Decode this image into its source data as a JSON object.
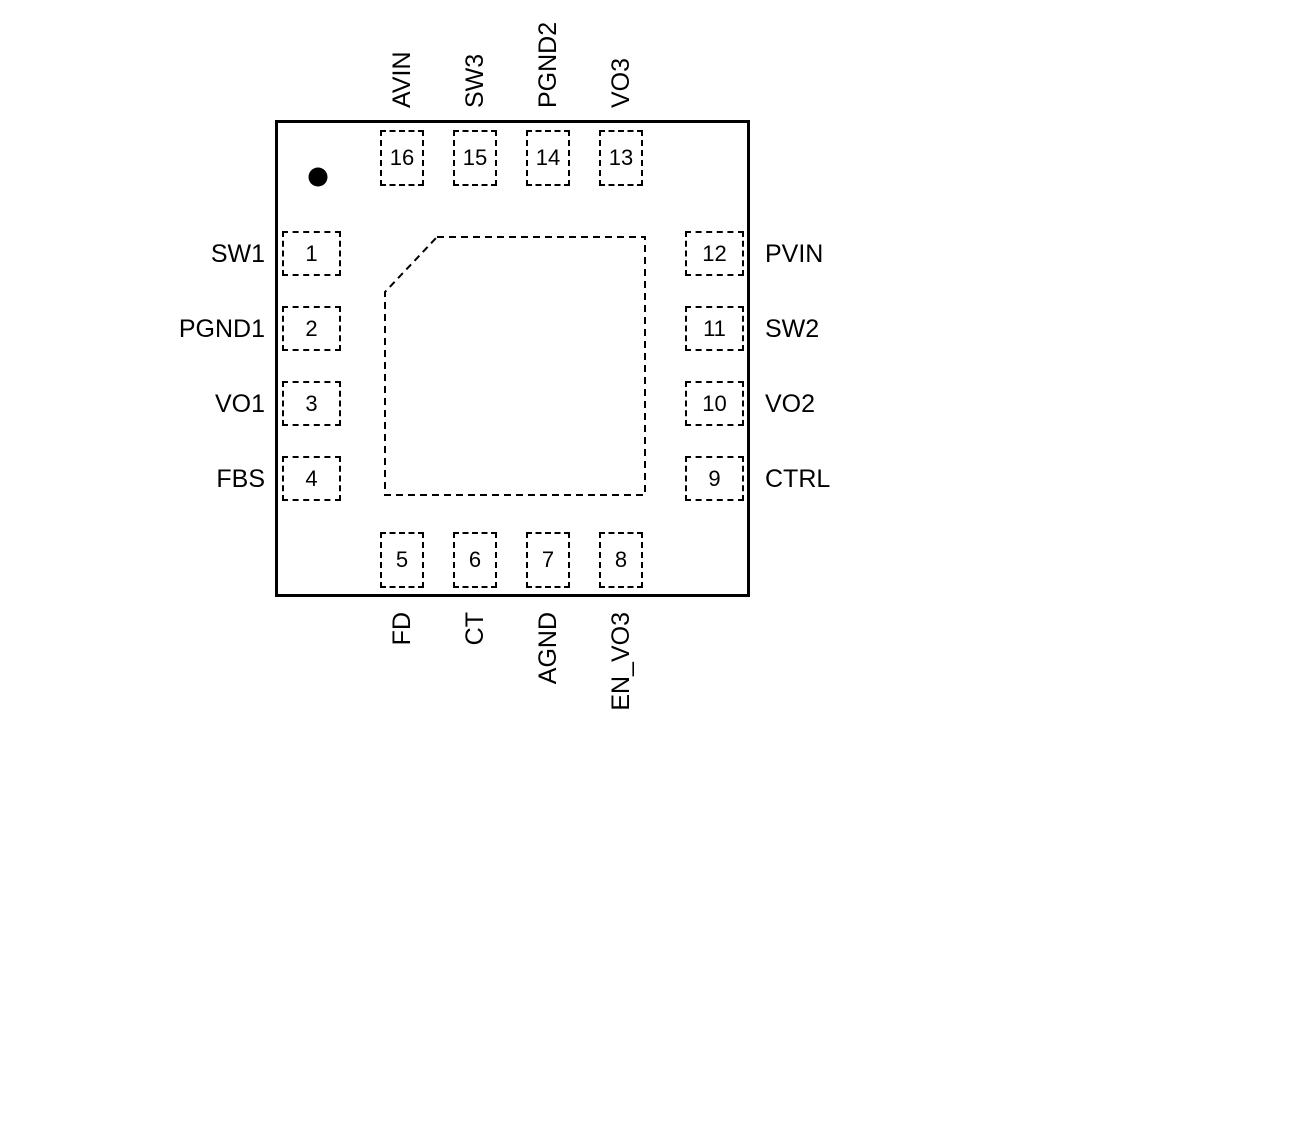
{
  "diagram_type": "ic-package-pinout",
  "pins": {
    "top": [
      {
        "number": "16",
        "label": "AVIN"
      },
      {
        "number": "15",
        "label": "SW3"
      },
      {
        "number": "14",
        "label": "PGND2"
      },
      {
        "number": "13",
        "label": "VO3"
      }
    ],
    "right": [
      {
        "number": "12",
        "label": "PVIN"
      },
      {
        "number": "11",
        "label": "SW2"
      },
      {
        "number": "10",
        "label": "VO2"
      },
      {
        "number": "9",
        "label": "CTRL"
      }
    ],
    "bottom": [
      {
        "number": "5",
        "label": "FD"
      },
      {
        "number": "6",
        "label": "CT"
      },
      {
        "number": "7",
        "label": "AGND"
      },
      {
        "number": "8",
        "label": "EN_VO3"
      }
    ],
    "left": [
      {
        "number": "1",
        "label": "SW1"
      },
      {
        "number": "2",
        "label": "PGND1"
      },
      {
        "number": "3",
        "label": "VO1"
      },
      {
        "number": "4",
        "label": "FBS"
      }
    ]
  },
  "colors": {
    "line": "#000000",
    "background": "#ffffff"
  }
}
